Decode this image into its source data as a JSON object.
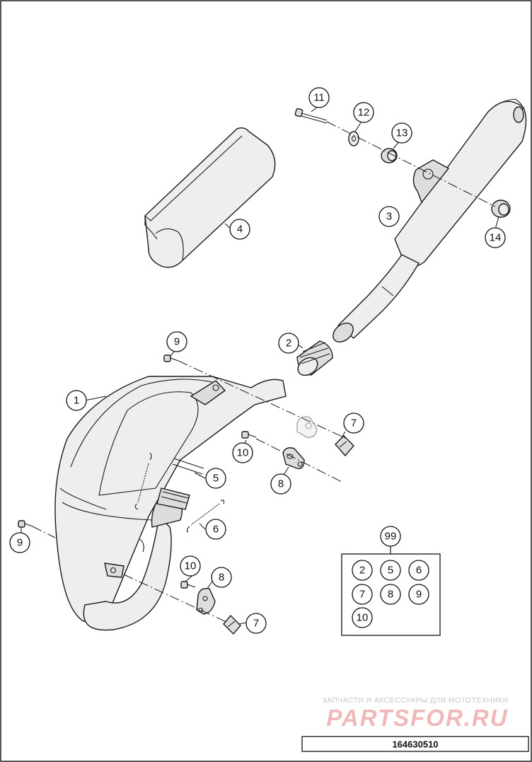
{
  "callouts": [
    "1",
    "2",
    "3",
    "4",
    "5",
    "6",
    "7",
    "7",
    "8",
    "8",
    "9",
    "9",
    "10",
    "10",
    "11",
    "12",
    "13",
    "14"
  ],
  "kit": {
    "label": "99",
    "items": [
      "2",
      "5",
      "6",
      "7",
      "8",
      "9",
      "10"
    ]
  },
  "watermark": {
    "line1": "ЗАПЧАСТИ И АКСЕССУАРЫ ДЛЯ МОТОТЕХНИКИ",
    "line2": "PARTSFOR.RU"
  },
  "diagram_number": "164630510"
}
